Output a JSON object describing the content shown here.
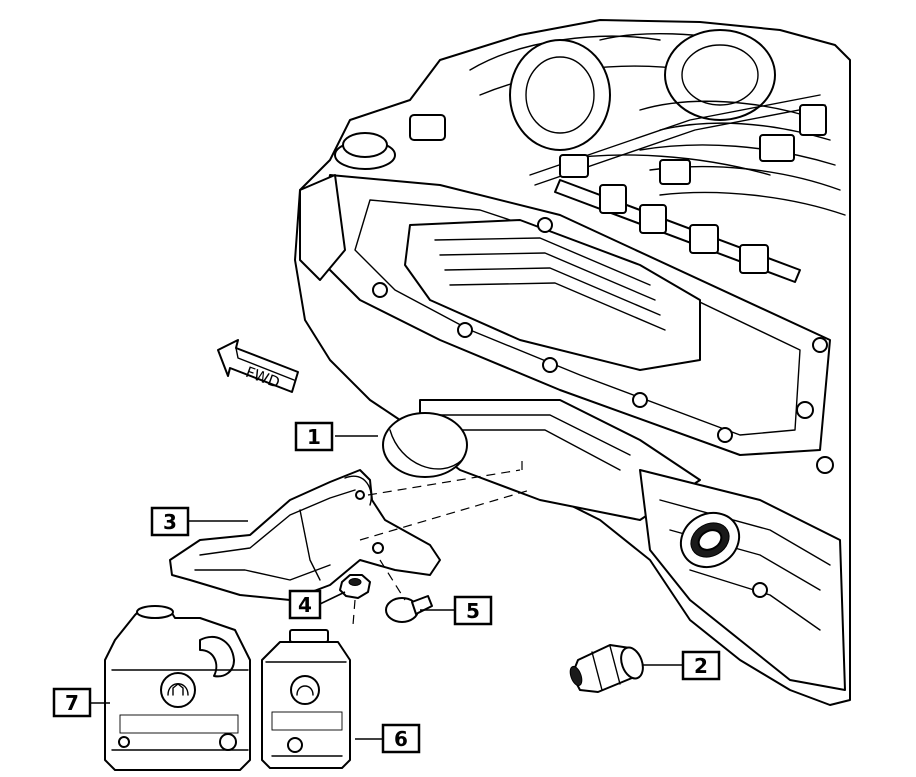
{
  "diagram": {
    "direction_label": "FWD",
    "callouts": [
      {
        "id": "1",
        "label": "1"
      },
      {
        "id": "2",
        "label": "2"
      },
      {
        "id": "3",
        "label": "3"
      },
      {
        "id": "4",
        "label": "4"
      },
      {
        "id": "5",
        "label": "5"
      },
      {
        "id": "6",
        "label": "6"
      },
      {
        "id": "7",
        "label": "7"
      }
    ],
    "icons": [
      "engine-assembly-icon",
      "oil-filter-adapter-icon",
      "oil-pan-shield-icon",
      "nut-icon",
      "drain-plug-icon",
      "oil-quart-bottle-icon",
      "oil-jug-icon",
      "forward-arrow-icon"
    ],
    "colors": {
      "line": "#000000",
      "background": "#ffffff",
      "shade": "#9a9a9a"
    }
  }
}
